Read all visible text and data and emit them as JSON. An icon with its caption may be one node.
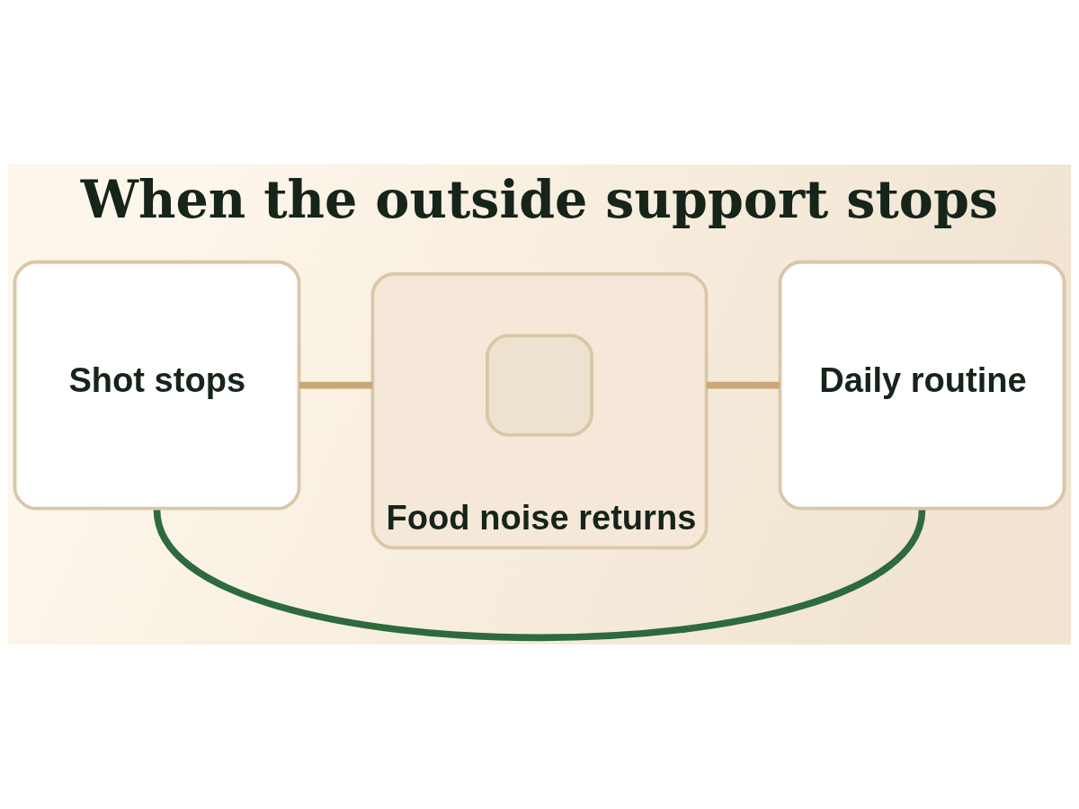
{
  "diagram": {
    "title": "When the outside support stops",
    "nodes": [
      {
        "text": [
          "Shot stops"
        ]
      },
      {
        "text": [
          "Food noise returns"
        ]
      },
      {
        "text": [],
        "shape": "box",
        "in": 1
      },
      {
        "text": [
          "Daily routine"
        ]
      }
    ],
    "edges": [
      {
        "from": 0,
        "to": 1,
        "arrow": "none"
      },
      {
        "from": 1,
        "to": 3,
        "arrow": "none"
      },
      {
        "from": 0,
        "to": 3,
        "arrow": "none",
        "color": "#2d6a3e"
      }
    ]
  }
}
